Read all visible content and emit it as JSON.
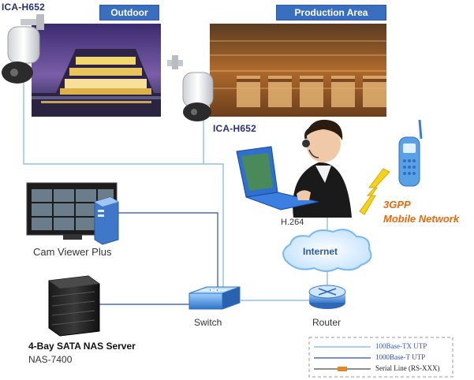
{
  "cameras": {
    "top_left_model": "ICA-H652",
    "middle_model": "ICA-H652"
  },
  "scenes": {
    "outdoor_label": "Outdoor",
    "production_label": "Production Area"
  },
  "devices": {
    "cam_viewer": "Cam Viewer Plus",
    "switch": "Switch",
    "router": "Router",
    "internet": "Internet",
    "codec": "H.264",
    "mobile_line1": "3GPP",
    "mobile_line2": "Mobile Network",
    "nas_title": "4-Bay SATA NAS Server",
    "nas_model": "NAS-7400"
  },
  "legend": {
    "items": [
      {
        "label": "100Base-TX UTP",
        "color": "#7fb2e8"
      },
      {
        "label": "1000Base-T UTP",
        "color": "#2b4fae"
      },
      {
        "label": "Serial Line (RS-XXX)",
        "color": "#222222"
      }
    ]
  },
  "colors": {
    "line_light": "#7fb2e8",
    "line_dark": "#2b4fae",
    "header_blue": "#3a6fbf",
    "mobile_orange": "#e46a10"
  }
}
